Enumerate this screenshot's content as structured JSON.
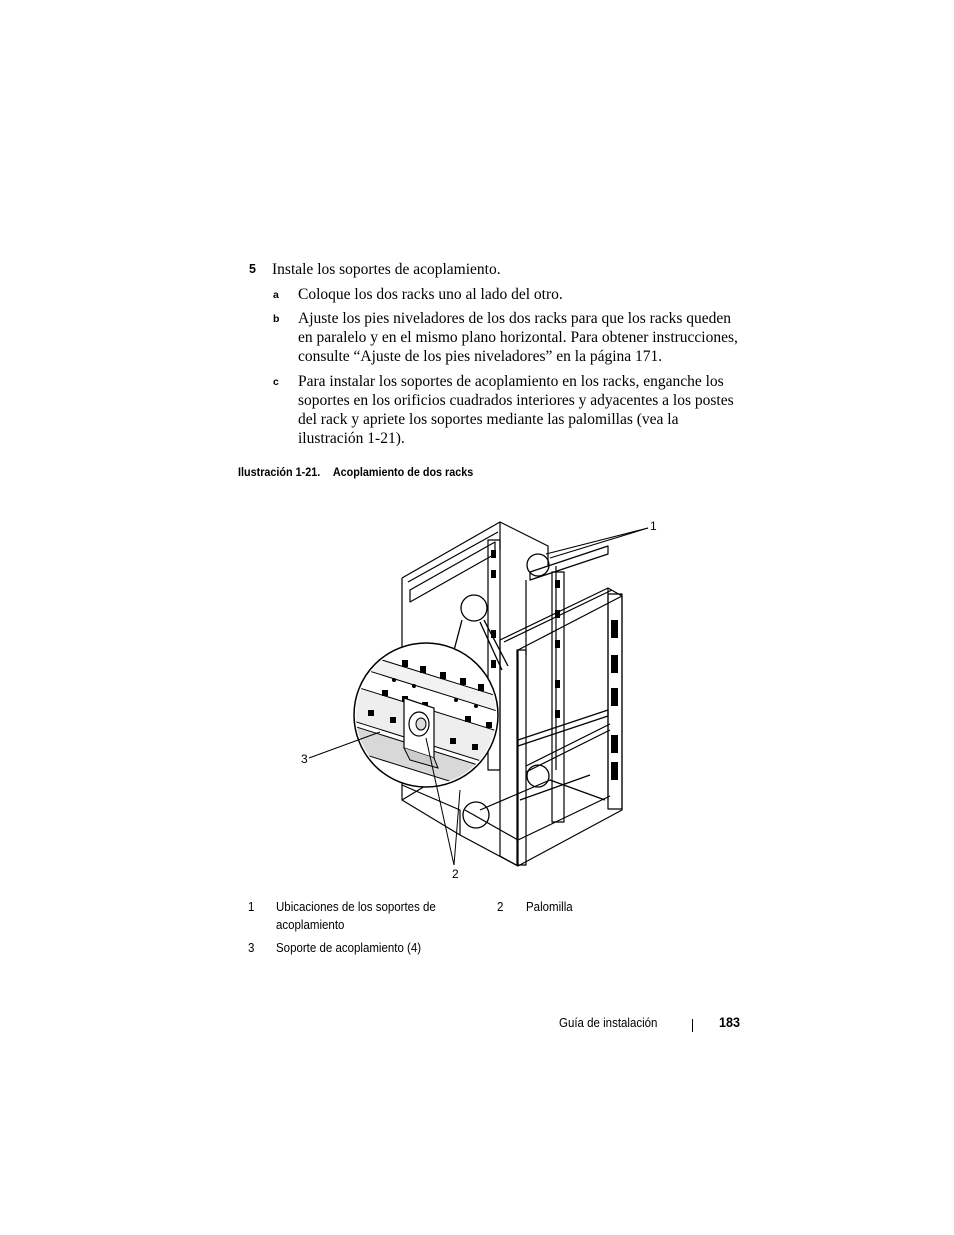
{
  "step": {
    "number": "5",
    "text": "Instale los soportes de acoplamiento."
  },
  "substeps": [
    {
      "letter": "a",
      "lines": [
        "Coloque los dos racks uno al lado del otro."
      ]
    },
    {
      "letter": "b",
      "lines": [
        "Ajuste los pies niveladores de los dos racks para que los racks queden",
        "en paralelo y en el mismo plano horizontal. Para obtener instrucciones,",
        "consulte “Ajuste de los pies niveladores” en la página 171."
      ]
    },
    {
      "letter": "c",
      "lines": [
        "Para instalar los soportes de acoplamiento en los racks, enganche los",
        "soportes en los orificios cuadrados interiores y adyacentes a los postes",
        "del rack y apriete los soportes mediante las palomillas (vea la",
        "ilustración 1-21)."
      ]
    }
  ],
  "figure": {
    "label": "Ilustración 1-21.",
    "title": "Acoplamiento de dos racks",
    "callouts": [
      "1",
      "2",
      "3"
    ]
  },
  "legend": [
    {
      "num": "1",
      "text_lines": [
        "Ubicaciones de los soportes de",
        "acoplamiento"
      ]
    },
    {
      "num": "2",
      "text_lines": [
        "Palomilla"
      ]
    },
    {
      "num": "3",
      "text_lines": [
        "Soporte de acoplamiento (4)"
      ]
    }
  ],
  "footer": {
    "title": "Guía de instalación",
    "page": "183"
  }
}
